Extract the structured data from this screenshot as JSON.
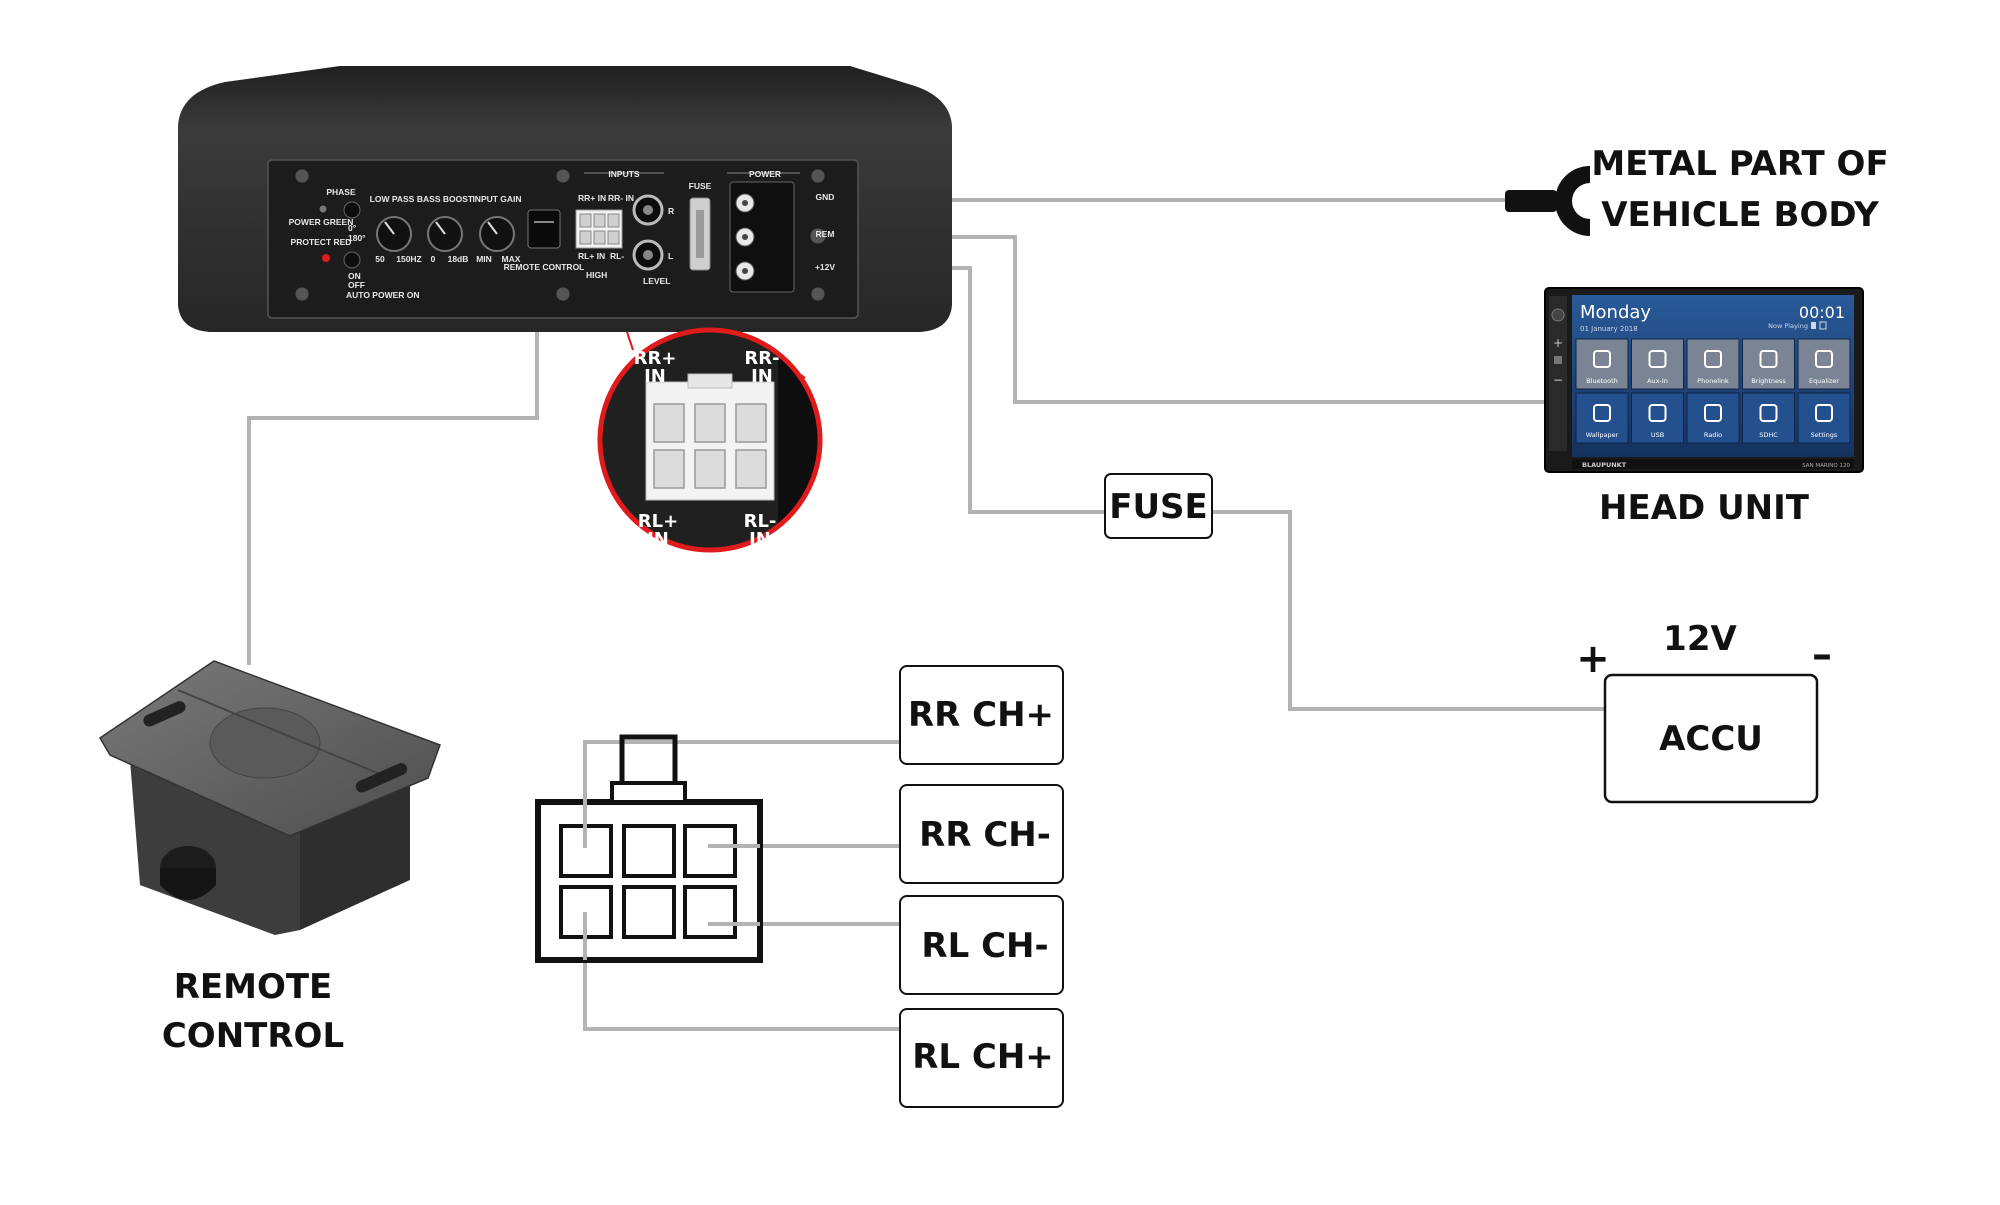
{
  "amp": {
    "sections": {
      "inputs": "INPUTS",
      "fuse": "FUSE",
      "power": "POWER"
    },
    "controls": {
      "phase": "PHASE",
      "phase_0": "0°",
      "phase_180": "180°",
      "power_led": "POWER GREEN",
      "protect_led": "PROTECT RED",
      "low_pass": "LOW PASS",
      "low_pass_min": "50",
      "low_pass_max": "150HZ",
      "bass_boost": "BASS BOOST",
      "bass_boost_min": "0",
      "bass_boost_max": "18dB",
      "input_gain": "INPUT GAIN",
      "input_gain_min": "MIN",
      "input_gain_max": "MAX",
      "auto_on": "ON",
      "auto_off": "OFF",
      "auto_power": "AUTO POWER ON",
      "remote_port": "REMOTE CONTROL",
      "rr_plus": "RR+ IN",
      "rr_minus": "RR- IN",
      "rl_plus": "RL+ IN",
      "rl_minus": "RL-",
      "high": "HIGH",
      "level": "LEVEL",
      "rca_r": "R",
      "rca_l": "L",
      "gnd": "GND",
      "rem": "REM",
      "plus12": "+12V"
    }
  },
  "zoom": {
    "rr_plus": "RR+",
    "rr_plus_in": "IN",
    "rr_minus": "RR-",
    "rr_minus_in": "IN",
    "rl_plus": "RL+",
    "rl_plus_in": "IN",
    "rl_minus": "RL-",
    "rl_minus_in": "IN"
  },
  "labels": {
    "ground_line1": "METAL PART OF",
    "ground_line2": "VEHICLE BODY",
    "head_unit": "HEAD UNIT",
    "fuse": "FUSE",
    "voltage": "12V",
    "plus": "+",
    "minus": "–",
    "accu": "ACCU",
    "remote_line1": "REMOTE",
    "remote_line2": "CONTROL",
    "rr_ch_plus": "RR CH+",
    "rr_ch_minus": "RR CH-",
    "rl_ch_minus": "RL CH-",
    "rl_ch_plus": "RL CH+"
  },
  "head_unit_screen": {
    "day": "Monday",
    "date": "01 January 2018",
    "time": "00:01",
    "now_playing": "Now Playing",
    "brand": "BLAUPUNKT",
    "model": "SAN MARINO 120",
    "tiles": [
      {
        "label": "Bluetooth",
        "icon": "bluetooth-icon"
      },
      {
        "label": "Aux-In",
        "icon": "aux-icon"
      },
      {
        "label": "Phonelink",
        "icon": "phonelink-icon"
      },
      {
        "label": "Brightness",
        "icon": "brightness-icon"
      },
      {
        "label": "Equalizer",
        "icon": "equalizer-icon"
      },
      {
        "label": "Wallpaper",
        "icon": "wallpaper-icon"
      },
      {
        "label": "USB",
        "icon": "usb-icon"
      },
      {
        "label": "Radio",
        "icon": "radio-icon"
      },
      {
        "label": "SDHC",
        "icon": "sd-card-icon"
      },
      {
        "label": "Settings",
        "icon": "settings-icon"
      }
    ]
  },
  "colors": {
    "wire": "#b3b3b3",
    "amp_body": "#2f2f2f",
    "panel": "#1c1c1c",
    "highlight_red": "#e01b1b",
    "screen_blue": "#1d3f73"
  }
}
